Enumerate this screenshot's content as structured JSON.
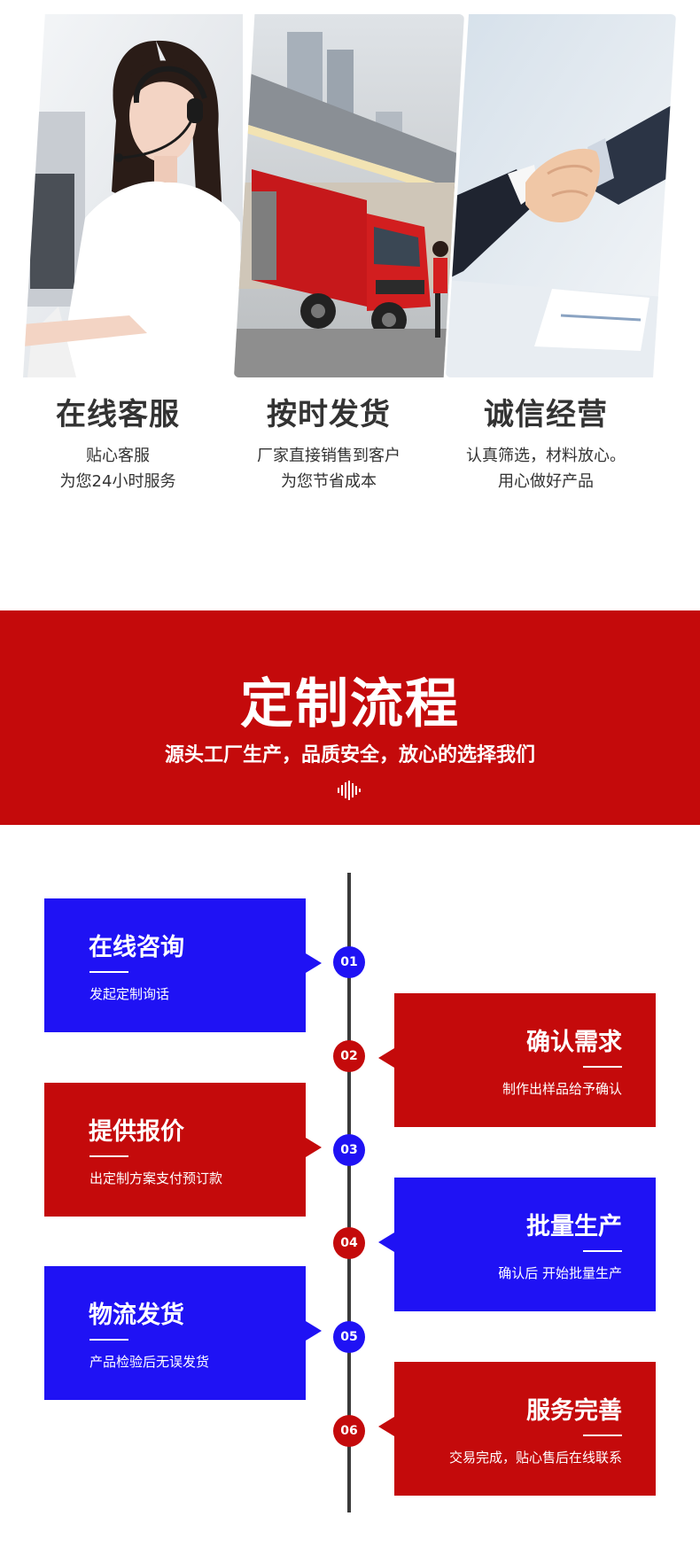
{
  "features": [
    {
      "title": "在线客服",
      "lines": [
        "贴心客服",
        "为您24小时服务"
      ]
    },
    {
      "title": "按时发货",
      "lines": [
        "厂家直接销售到客户",
        "为您节省成本"
      ]
    },
    {
      "title": "诚信经营",
      "lines": [
        "认真筛选，材料放心。",
        "用心做好产品"
      ]
    }
  ],
  "banner": {
    "title": "定制流程",
    "subtitle": "源头工厂生产，品质安全，放心的选择我们"
  },
  "steps": [
    {
      "num": "01",
      "title": "在线咨询",
      "desc": "发起定制询话",
      "color": "#1f12f4"
    },
    {
      "num": "02",
      "title": "确认需求",
      "desc": "制作出样品给予确认",
      "color": "#c40a0b"
    },
    {
      "num": "03",
      "title": "提供报价",
      "desc": "出定制方案支付预订款",
      "color": "#c40a0b"
    },
    {
      "num": "04",
      "title": "批量生产",
      "desc": "确认后 开始批量生产",
      "color": "#1f12f4"
    },
    {
      "num": "05",
      "title": "物流发货",
      "desc": "产品检验后无误发货",
      "color": "#1f12f4"
    },
    {
      "num": "06",
      "title": "服务完善",
      "desc": "交易完成，贴心售后在线联系",
      "color": "#c40a0b"
    }
  ],
  "colors": {
    "red": "#c40a0b",
    "blue": "#1f12f4",
    "axis": "#3a3a3a"
  },
  "icons": [
    "headset-agent-photo",
    "red-truck-photo",
    "handshake-photo",
    "sound-wave-icon"
  ]
}
